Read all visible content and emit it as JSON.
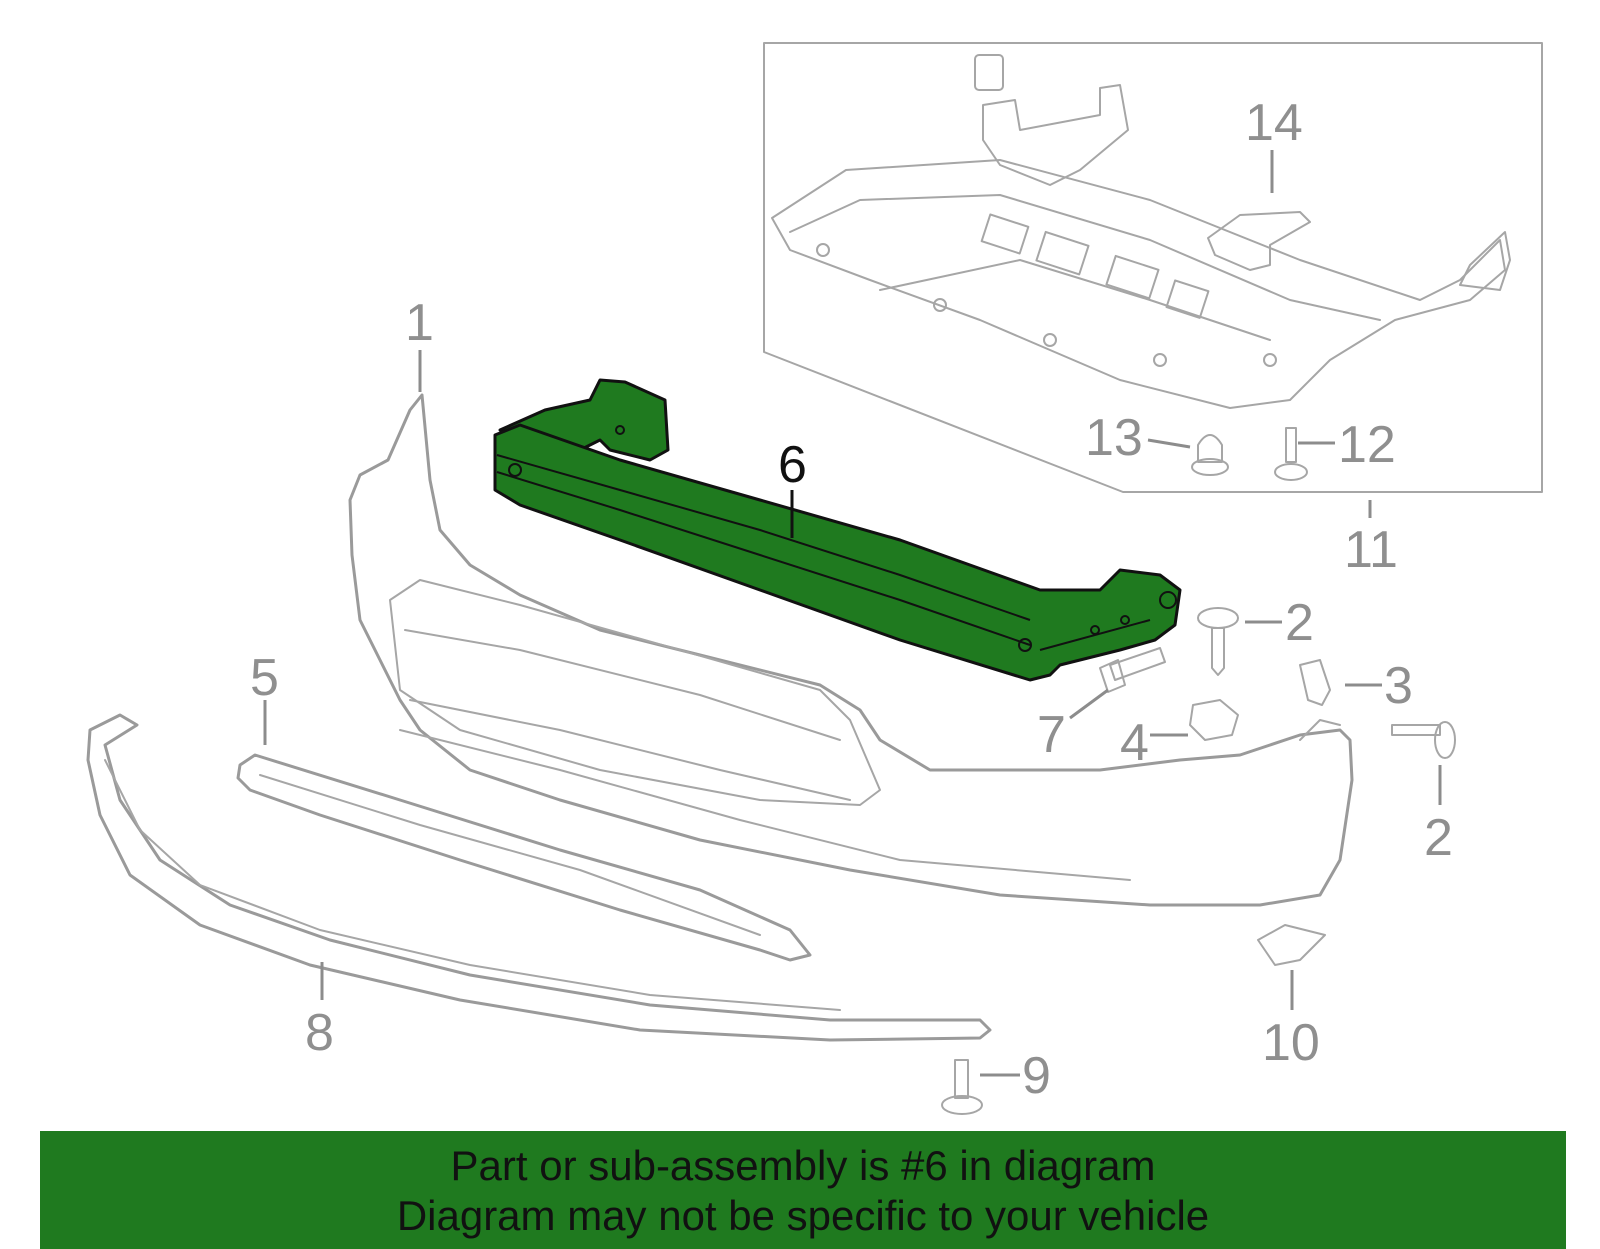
{
  "callouts": {
    "c1": "1",
    "c2a": "2",
    "c2b": "2",
    "c3": "3",
    "c4": "4",
    "c5": "5",
    "c6": "6",
    "c7": "7",
    "c8": "8",
    "c9": "9",
    "c10": "10",
    "c11": "11",
    "c12": "12",
    "c13": "13",
    "c14": "14"
  },
  "highlighted_part": "6",
  "banner": {
    "line1": "Part or sub-assembly is #6 in diagram",
    "line2": "Diagram may not be specific to your vehicle"
  },
  "colors": {
    "highlight": "#1f7a1f",
    "part_outline": "#9a9a9a",
    "banner_bg": "#1f7a1f"
  }
}
